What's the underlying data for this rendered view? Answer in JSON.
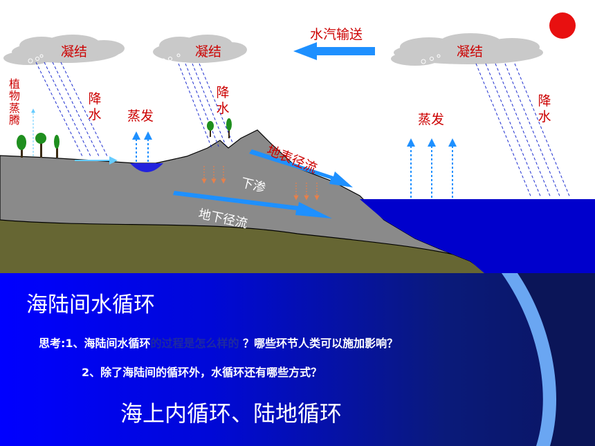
{
  "diagram": {
    "clouds": [
      "凝结",
      "凝结",
      "凝结"
    ],
    "vapor_transport": "水汽输送",
    "plant_transpiration_chars": [
      "植",
      "物",
      "蒸",
      "腾"
    ],
    "precipitation_left_chars": [
      "降",
      "水"
    ],
    "precipitation_mid_chars": [
      "降",
      "水"
    ],
    "precipitation_right_chars": [
      "降",
      "水"
    ],
    "evaporation_land": "蒸发",
    "evaporation_sea": "蒸发",
    "surface_runoff": "地表径流",
    "infiltration": "下渗",
    "groundwater_runoff": "地下径流",
    "colors": {
      "sky": "#ffffff",
      "land": "#8a8a8a",
      "soil": "#666633",
      "sea": "#0000cc",
      "cloud": "#c9c9c9",
      "sun": "#e81010",
      "label": "#cc0000",
      "arrow": "#1e90ff"
    }
  },
  "panel": {
    "title": "海陆间水循环",
    "question1_prefix": "思考:1、海陆间水循环",
    "question1_dim": "的过程是怎么样的",
    "question1_suffix": " ？哪些环节人类可以施加影响？",
    "question2": "2、除了海陆间的循环外，水循环还有哪些方式？",
    "answer": "海上内循环、陆地循环"
  }
}
